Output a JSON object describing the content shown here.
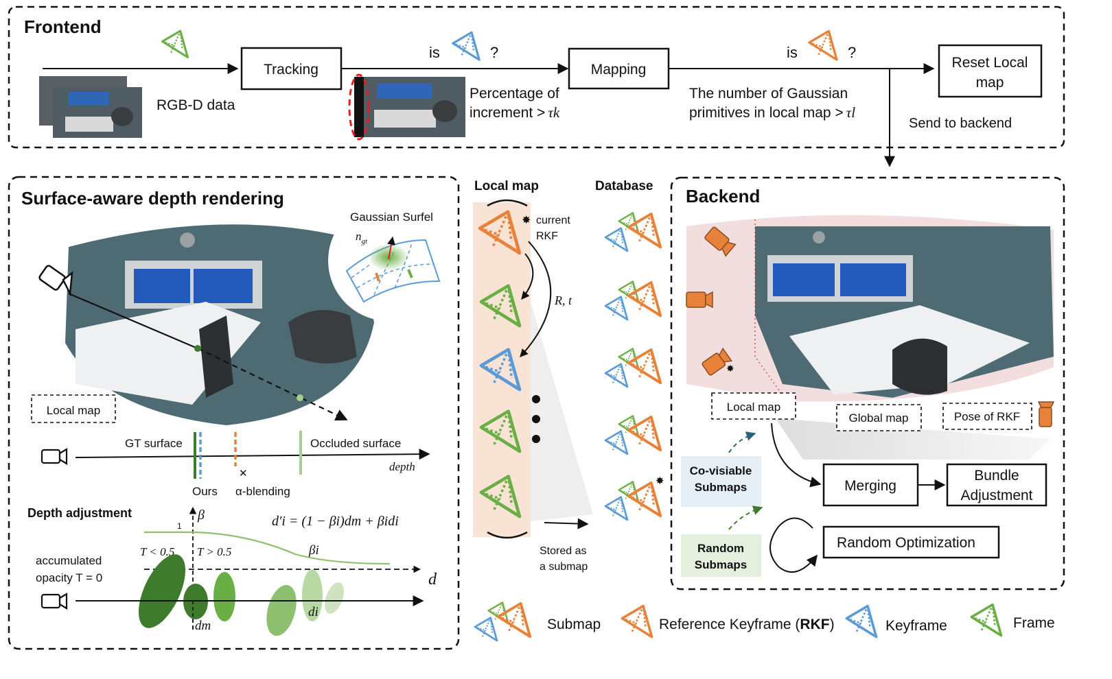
{
  "frontend": {
    "title": "Frontend",
    "rgbd_label": "RGB-D data",
    "tracking": "Tracking",
    "is_1": "is",
    "q_1": "?",
    "mapping": "Mapping",
    "increment_1": "Percentage of",
    "increment_2": "increment >",
    "tau_k": "τk",
    "is_2": "is",
    "q_2": "?",
    "gaussian_1": "The number of Gaussian",
    "gaussian_2": "primitives in local map >",
    "tau_l": "τl",
    "reset_1": "Reset Local",
    "reset_2": "map",
    "send": "Send  to backend"
  },
  "surface": {
    "title": "Surface-aware depth rendering",
    "gaussian_surfel": "Gaussian Surfel",
    "n_gt": "n",
    "n_gt_sub": "gt",
    "local_map": "Local map",
    "gt_surface": "GT surface",
    "occluded_surface": "Occluded surface",
    "depth": "depth",
    "ours": "Ours",
    "alpha_blending": "α-blending",
    "depth_adjustment": "Depth adjustment",
    "beta": "β",
    "one": "1",
    "equation": "d′i = (1 − βi)dm + βidi",
    "t_less": "T < 0.5",
    "t_more": "T > 0.5",
    "beta_i": "βi",
    "accum_1": "accumulated",
    "accum_2": "opacity T = 0",
    "d": "d",
    "d_m": "dm",
    "d_i": "di"
  },
  "localmap": {
    "title": "Local map",
    "current_1": "current",
    "current_2": "RKF",
    "rt": "R, t",
    "stored_1": "Stored as",
    "stored_2": "a submap"
  },
  "database": {
    "title": "Database"
  },
  "backend": {
    "title": "Backend",
    "local_map": "Local map",
    "global_map": "Global map",
    "pose_rkf": "Pose of RKF",
    "covisible_1": "Co-visiable",
    "covisible_2": "Submaps",
    "random_1": "Random",
    "random_2": "Submaps",
    "merging": "Merging",
    "bundle_1": "Bundle",
    "bundle_2": "Adjustment",
    "random_opt": "Random Optimization"
  },
  "legend": {
    "submap": "Submap",
    "rkf_prefix": "Reference Keyframe (",
    "rkf_bold": "RKF",
    "rkf_suffix": ")",
    "keyframe": "Keyframe",
    "frame": "Frame"
  },
  "colors": {
    "green": "#6aaf45",
    "blue": "#5b9bd5",
    "orange": "#e8823a",
    "red": "#e0201f",
    "dark_green": "#3f7b2c"
  }
}
